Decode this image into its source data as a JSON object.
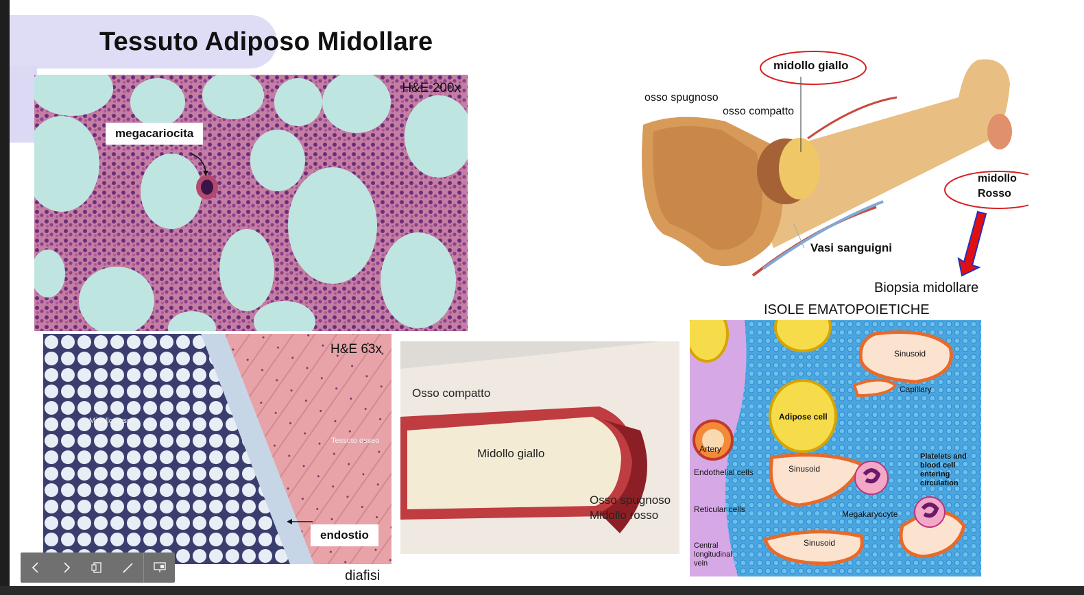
{
  "slide": {
    "title": "Tessuto Adiposo Midollare"
  },
  "micro1": {
    "stain": "H&E 200x",
    "label": "megacariocita"
  },
  "micro2": {
    "stain": "H&E 63x",
    "label_marrow": "Midollo osseo",
    "label_bone": "Tessuto osseo",
    "label_endostium": "endostio"
  },
  "gross": {
    "label_compact": "Osso compatto",
    "label_yellow": "Midollo giallo",
    "label_spongy": "Osso spugnoso",
    "label_red": "Midollo rosso",
    "caption": "diafisi"
  },
  "bone": {
    "label_yellow": "midollo giallo",
    "label_spongy": "osso spugnoso",
    "label_compact": "osso compatto",
    "label_red_1": "midollo",
    "label_red_2": "Rosso",
    "label_vessels": "Vasi sanguigni",
    "caption_biopsy": "Biopsia midollare"
  },
  "marrow": {
    "heading": "ISOLE EMATOPOIETICHE",
    "labels": {
      "sinusoid_top": "Sinusoid",
      "capillary": "Capillary",
      "adipose": "Adipose cell",
      "artery": "Artery",
      "endothelial": "Endothelial cells",
      "sinusoid_mid": "Sinusoid",
      "platelets_1": "Platelets and",
      "platelets_2": "blood cell",
      "platelets_3": "entering",
      "platelets_4": "circulation",
      "reticular": "Reticular cells",
      "megakaryocyte": "Megakaryocyte",
      "central_1": "Central",
      "central_2": "longitudinal",
      "central_3": "vein",
      "sinusoid_bottom": "Sinusoid"
    }
  },
  "nav": {
    "items": [
      "prev-icon",
      "next-icon",
      "slides-icon",
      "pen-icon",
      "presenter-icon"
    ]
  },
  "colors": {
    "title_highlight": "#dcd9f5",
    "ellipse_red": "#d62020",
    "arrow_red": "#e01010",
    "arrow_blue": "#2230c0"
  }
}
